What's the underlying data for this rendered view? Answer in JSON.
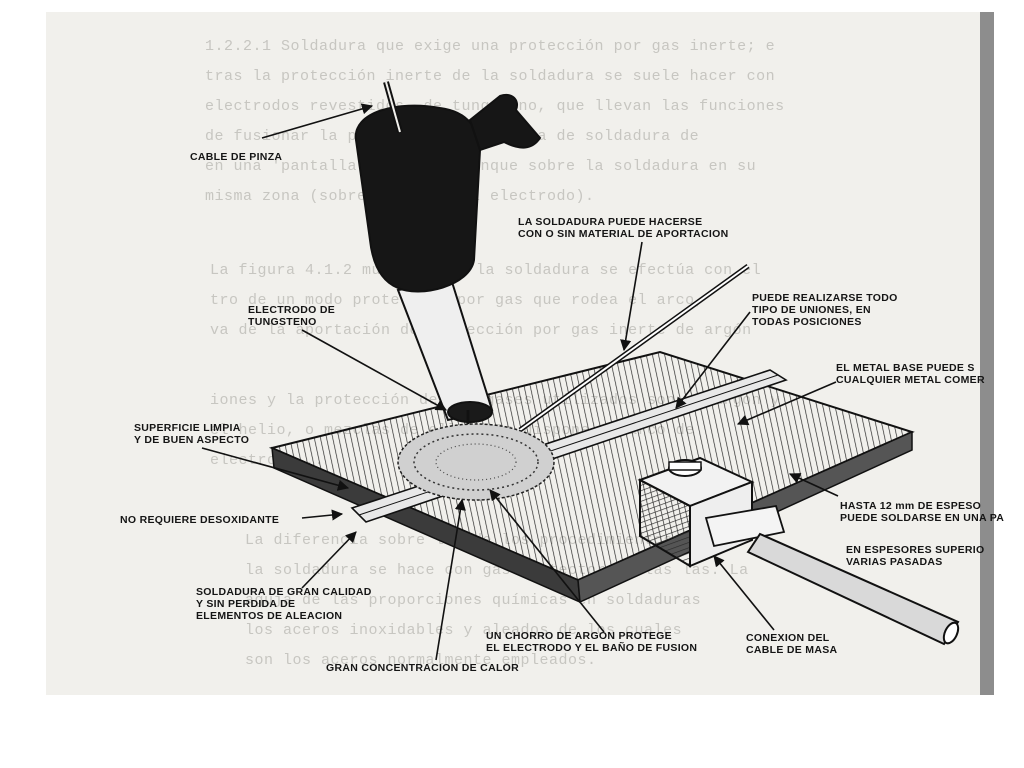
{
  "background_text": [
    "1.2.2.1 Soldadura que exige una protección por gas inerte; e",
    "tras la protección inerte de la soldadura se suele hacer con",
    "electrodos revestidos, de tungsteno, que llevan las funciones",
    "de fusionar la protección de la zona de soldadura de",
    "en una 'pantalla' gaseosa, aunque sobre la soldadura en su",
    "misma zona (sobre la zona del electrodo).",
    "La figura 4.1.2 muestra que la soldadura se efectúa con el",
    "tro de un modo protección por gas que rodea el arco,",
    "va de la aportación de protección por gas inerte de argón",
    "iones y la protección de los gases utilizados son el argón y",
    "el helio, o mezclas de ellos. Se dispone de arco de",
    "electrodo...",
    "La diferencia sobre las de los procedimientos y",
    "la soldadura se hace con gas protector de las las. La",
    "aguja de las proporciones químicas en soldaduras",
    "los aceros inoxidables y aleados de los cuales",
    "son los aceros normalmente empleados."
  ],
  "labels": {
    "cable_pinza": "CABLE DE PINZA",
    "aportacion": "LA SOLDADURA PUEDE HACERSE\nCON O SIN MATERIAL DE APORTACION",
    "electrodo": "ELECTRODO DE\nTUNGSTENO",
    "uniones": "PUEDE REALIZARSE TODO\nTIPO DE UNIONES, EN\nTODAS POSICIONES",
    "metal_base": "EL METAL BASE PUEDE S\nCUALQUIER METAL COMER",
    "superficie": "SUPERFICIE LIMPIA\nY DE BUEN ASPECTO",
    "espesor": "HASTA 12 mm DE ESPESO\nPUEDE SOLDARSE EN UNA PA",
    "desoxidante": "NO REQUIERE DESOXIDANTE",
    "espesores_sup": "EN ESPESORES SUPERIO\nVARIAS PASADAS",
    "calidad": "SOLDADURA DE GRAN CALIDAD\nY SIN PERDIDA DE\nELEMENTOS DE ALEACION",
    "argon": "UN CHORRO DE ARGON PROTEGE\nEL ELECTRODO Y EL BAÑO DE FUSION",
    "masa": "CONEXION DEL\nCABLE DE MASA",
    "calor": "GRAN CONCENTRACION DE CALOR"
  }
}
